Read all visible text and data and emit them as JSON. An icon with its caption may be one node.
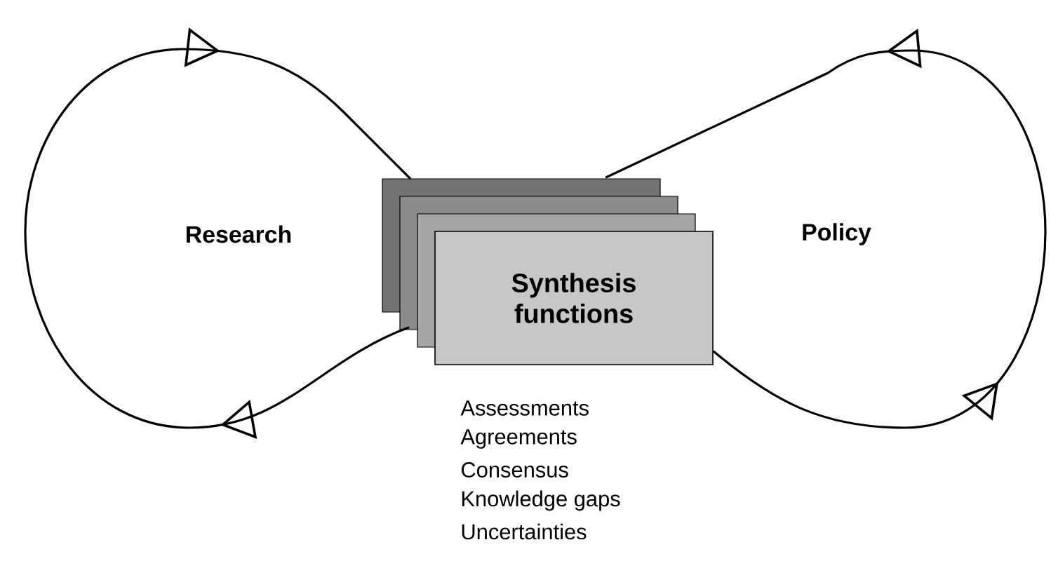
{
  "diagram": {
    "nodes": [
      {
        "text": [
          "Research"
        ]
      },
      {
        "text": [
          "Synthesis functions"
        ],
        "beside": [
          "Assessments",
          "Agreements",
          "Consensus",
          "Knowledge gaps",
          "Uncertainties"
        ]
      },
      {
        "text": [
          "Policy"
        ]
      }
    ],
    "edges": [
      {
        "from": 1,
        "to": 1,
        "arrow": "to"
      },
      {
        "from": 1,
        "to": 1,
        "arrow": "to"
      }
    ]
  }
}
